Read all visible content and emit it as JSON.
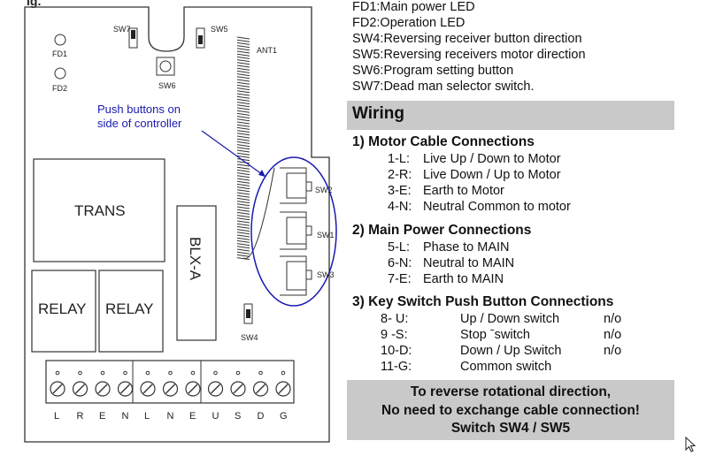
{
  "figure_label": "ig.",
  "board": {
    "trans": "TRANS",
    "relay_left": "RELAY",
    "relay_right": "RELAY",
    "module": "BLX-A",
    "fd1": "FD1",
    "fd2": "FD2",
    "sw7": "SW7",
    "sw5": "SW5",
    "sw6": "SW6",
    "sw4": "SW4",
    "sw1": "SW1",
    "sw2": "SW2",
    "sw3": "SW3",
    "ant1": "ANT1",
    "push_label_line1": "Push buttons on",
    "push_label_line2": "side of controller",
    "terminals": [
      "L",
      "R",
      "E",
      "N",
      "L",
      "N",
      "E",
      "U",
      "S",
      "D",
      "G"
    ]
  },
  "legend": [
    {
      "code": "FD1",
      "text": ":Main power LED"
    },
    {
      "code": "FD2",
      "text": ":Operation LED"
    },
    {
      "code": "SW4",
      "text": ":Reversing receiver button direction"
    },
    {
      "code": "SW5",
      "text": ":Reversing receivers motor direction"
    },
    {
      "code": "SW6",
      "text": ":Program setting button"
    },
    {
      "code": "SW7",
      "text": ":Dead man selector switch."
    }
  ],
  "wiring_title": "Wiring",
  "motor": {
    "heading": "1) Motor Cable Connections",
    "items": [
      {
        "code": "1-L:",
        "text": "Live Up / Down to Motor"
      },
      {
        "code": "2-R:",
        "text": "Live Down / Up to Motor"
      },
      {
        "code": "3-E:",
        "text": "Earth to Motor"
      },
      {
        "code": "4-N:",
        "text": "Neutral Common to motor"
      }
    ]
  },
  "power": {
    "heading": "2) Main Power Connections",
    "items": [
      {
        "code": "5-L:",
        "text": "Phase to MAIN"
      },
      {
        "code": "6-N:",
        "text": "Neutral to MAIN"
      },
      {
        "code": "7-E:",
        "text": "Earth to MAIN"
      }
    ]
  },
  "keyswitch": {
    "heading": "3) Key Switch Push Button Connections",
    "items": [
      {
        "code": "8-  U:",
        "text": "Up / Down switch",
        "type": "n/o"
      },
      {
        "code": "9  -S:",
        "text": "Stop ˉswitch",
        "type": "n/o"
      },
      {
        "code": "10-D:",
        "text": "Down / Up Switch",
        "type": "n/o"
      },
      {
        "code": "11-G:",
        "text": "Common switch",
        "type": ""
      }
    ]
  },
  "note": [
    "To reverse rotational direction,",
    "No need to exchange cable connection!",
    "Switch SW4 / SW5"
  ]
}
